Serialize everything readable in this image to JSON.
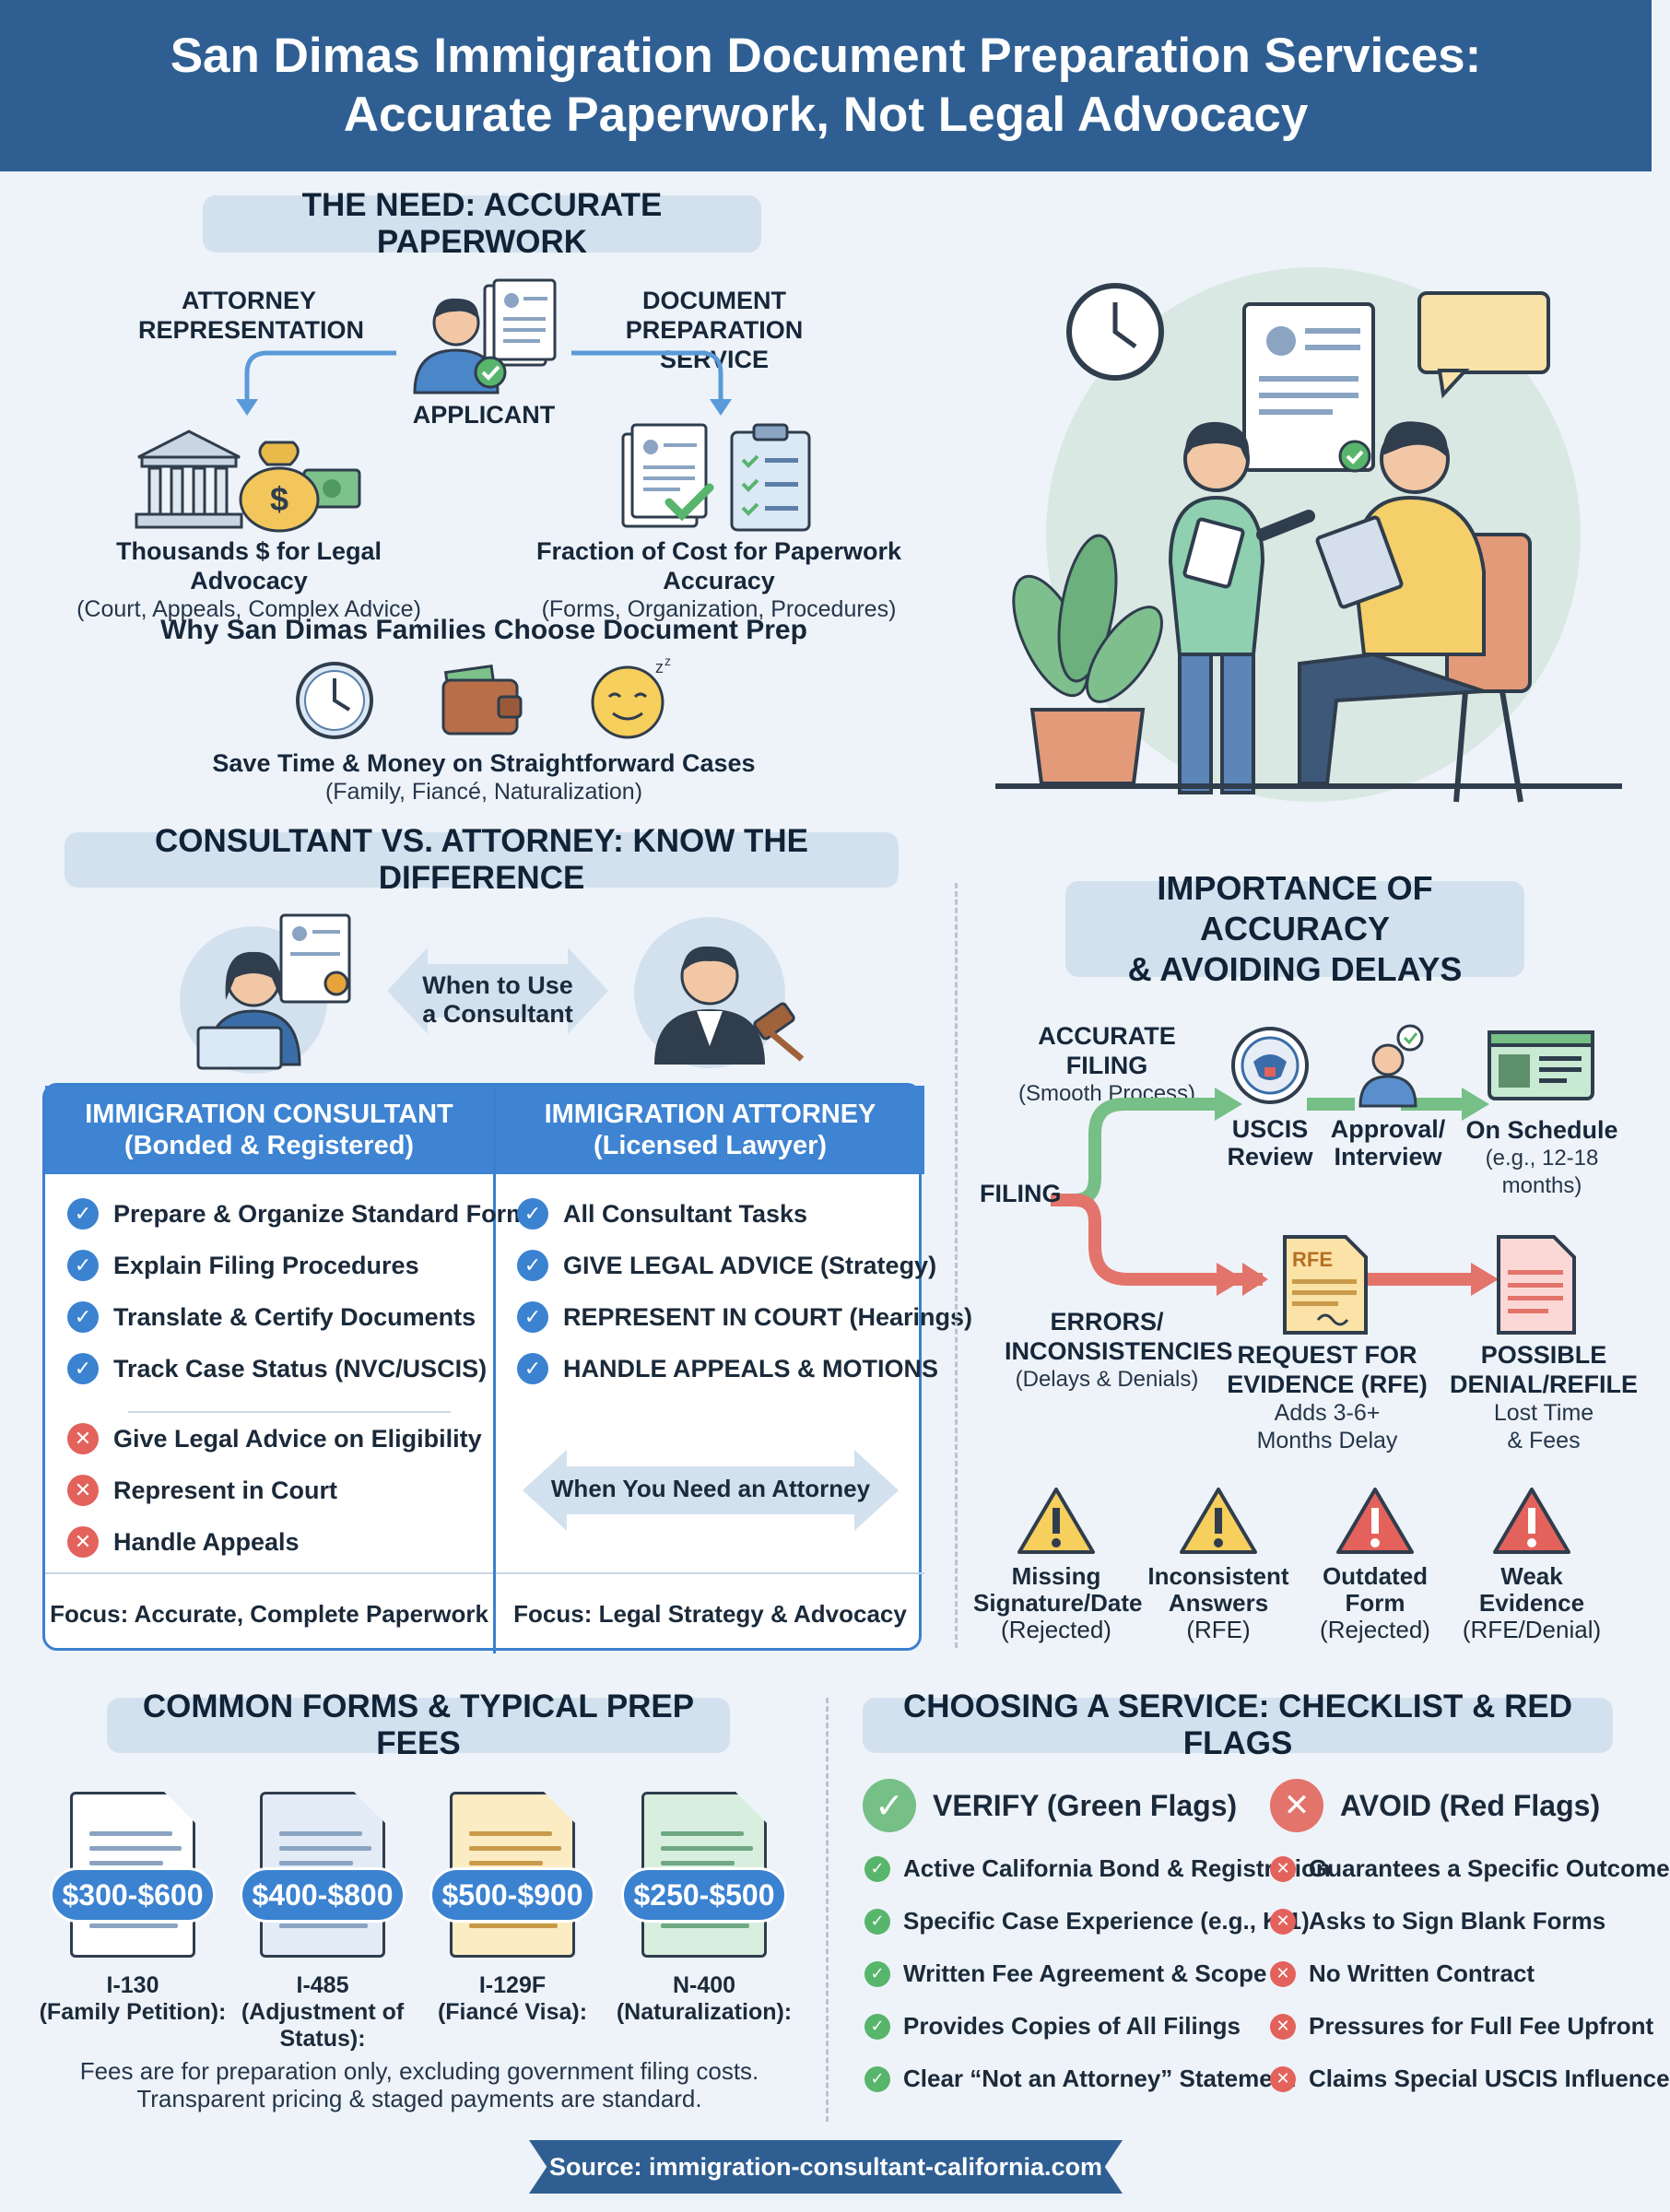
{
  "header": {
    "line1": "San Dimas Immigration Document Preparation Services:",
    "line2": "Accurate Paperwork, Not Legal Advocacy"
  },
  "need": {
    "title": "THE NEED: ACCURATE PAPERWORK",
    "attorney_line1": "ATTORNEY",
    "attorney_line2": "REPRESENTATION",
    "docprep_line1": "DOCUMENT",
    "docprep_line2": "PREPARATION SERVICE",
    "applicant": "APPLICANT",
    "legal_cost": "Thousands $ for Legal Advocacy",
    "legal_cost_sub": "(Court, Appeals, Complex Advice)",
    "prep_cost": "Fraction of Cost for Paperwork Accuracy",
    "prep_cost_sub": "(Forms, Organization, Procedures)",
    "why_title": "Why San Dimas Families Choose Document Prep",
    "why_line": "Save Time & Money on Straightforward Cases",
    "why_sub": "(Family, Fiancé, Naturalization)"
  },
  "compare": {
    "title": "CONSULTANT VS. ATTORNEY: KNOW THE DIFFERENCE",
    "when_consultant_1": "When to Use",
    "when_consultant_2": "a Consultant",
    "consultant_head_1": "IMMIGRATION CONSULTANT",
    "consultant_head_2": "(Bonded & Registered)",
    "attorney_head_1": "IMMIGRATION ATTORNEY",
    "attorney_head_2": "(Licensed Lawyer)",
    "consultant_can": [
      "Prepare & Organize Standard Forms",
      "Explain Filing Procedures",
      "Translate & Certify Documents",
      "Track Case Status (NVC/USCIS)"
    ],
    "consultant_cannot": [
      "Give Legal Advice on Eligibility",
      "Represent in Court",
      "Handle Appeals"
    ],
    "attorney_can": [
      "All Consultant Tasks",
      "GIVE LEGAL ADVICE (Strategy)",
      "REPRESENT IN COURT (Hearings)",
      "HANDLE APPEALS & MOTIONS"
    ],
    "when_attorney": "When You Need an Attorney",
    "consultant_focus": "Focus: Accurate, Complete Paperwork",
    "attorney_focus": "Focus: Legal Strategy & Advocacy"
  },
  "accuracy": {
    "title_1": "IMPORTANCE OF ACCURACY",
    "title_2": "& AVOIDING DELAYS",
    "accurate_filing": "ACCURATE FILING",
    "smooth": "(Smooth Process)",
    "filing": "FILING",
    "uscis_1": "USCIS",
    "uscis_2": "Review",
    "approval_1": "Approval/",
    "approval_2": "Interview",
    "schedule_1": "On Schedule",
    "schedule_2": "(e.g., 12-18 months)",
    "errors_1": "ERRORS/",
    "errors_2": "INCONSISTENCIES",
    "errors_3": "(Delays & Denials)",
    "rfe_badge": "RFE",
    "rfe_1": "REQUEST FOR",
    "rfe_2": "EVIDENCE (RFE)",
    "rfe_3": "Adds 3-6+",
    "rfe_4": "Months Delay",
    "denial_1": "POSSIBLE",
    "denial_2": "DENIAL/REFILE",
    "denial_3": "Lost Time",
    "denial_4": "& Fees",
    "warnings": [
      {
        "l1": "Missing",
        "l2": "Signature/Date",
        "l3": "(Rejected)"
      },
      {
        "l1": "Inconsistent",
        "l2": "Answers",
        "l3": "(RFE)"
      },
      {
        "l1": "Outdated",
        "l2": "Form",
        "l3": "(Rejected)"
      },
      {
        "l1": "Weak",
        "l2": "Evidence",
        "l3": "(RFE/Denial)"
      }
    ]
  },
  "forms": {
    "title": "COMMON FORMS & TYPICAL PREP FEES",
    "items": [
      {
        "price": "$300-$600",
        "l1": "I-130",
        "l2": "(Family Petition):",
        "l3": ""
      },
      {
        "price": "$400-$800",
        "l1": "I-485",
        "l2": "(Adjustment of",
        "l3": "Status):"
      },
      {
        "price": "$500-$900",
        "l1": "I-129F",
        "l2": "(Fiancé Visa):",
        "l3": ""
      },
      {
        "price": "$250-$500",
        "l1": "N-400",
        "l2": "(Naturalization):",
        "l3": ""
      }
    ],
    "note_1": "Fees are for preparation only, excluding government filing costs.",
    "note_2": "Transparent pricing & staged payments are standard."
  },
  "checklist": {
    "title": "CHOOSING A SERVICE: CHECKLIST & RED FLAGS",
    "verify": "VERIFY (Green Flags)",
    "avoid": "AVOID (Red Flags)",
    "green": [
      "Active California Bond & Registration",
      "Specific Case Experience (e.g., K-1)",
      "Written Fee Agreement & Scope",
      "Provides Copies of All Filings",
      "Clear “Not an Attorney” Statement"
    ],
    "red": [
      "Guarantees a Specific Outcome",
      "Asks to Sign Blank Forms",
      "No Written Contract",
      "Pressures for Full Fee Upfront",
      "Claims Special USCIS Influence"
    ]
  },
  "footer": {
    "source": "Source: immigration-consultant-california.com"
  },
  "colors": {
    "header": "#2f5f92",
    "accent_blue": "#3b82d1",
    "green": "#57b56c",
    "red": "#e3625b",
    "pill": "#d3e1ef"
  }
}
